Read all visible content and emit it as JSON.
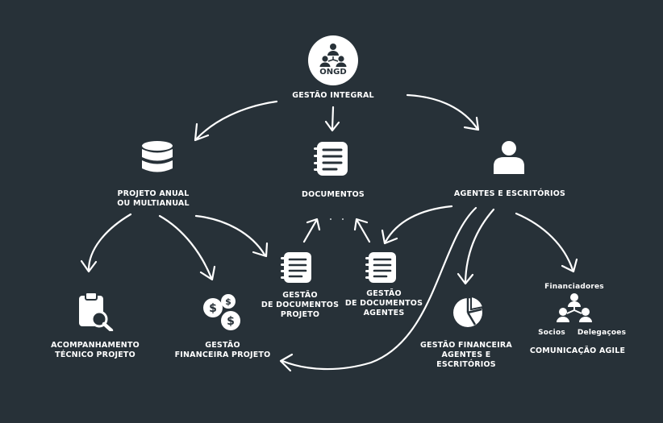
{
  "center": {
    "logo_text": "ONGD",
    "title": "GESTÃO INTEGRAL"
  },
  "nodes": {
    "projeto": {
      "line1": "PROJETO ANUAL",
      "line2": "OU MULTIANUAL"
    },
    "documentos": {
      "label": "DOCUMENTOS"
    },
    "agentes": {
      "label": "AGENTES E ESCRITÓRIOS"
    },
    "gestao_doc_projeto": {
      "line1": "GESTÃO",
      "line2": "DE DOCUMENTOS",
      "line3": "PROJETO"
    },
    "gestao_doc_agentes": {
      "line1": "GESTÃO",
      "line2": "DE DOCUMENTOS",
      "line3": "AGENTES"
    },
    "acompanhamento": {
      "line1": "ACOMPANHAMENTO",
      "line2": "TÉCNICO PROJETO"
    },
    "gestao_fin_projeto": {
      "line1": "GESTÃO",
      "line2": "FINANCEIRA PROJETO"
    },
    "gestao_fin_agentes": {
      "line1": "GESTÃO FINANCEIRA",
      "line2": "AGENTES E",
      "line3": "ESCRITÓRIOS"
    },
    "comunicacao": {
      "title": "COMUNICAÇÃO AGILE",
      "top": "Financiadores",
      "left": "Socios",
      "right": "Delegaçoes"
    }
  },
  "icons": {
    "center": "people-network-icon",
    "projeto": "database-icon",
    "documentos": "notebook-icon",
    "agentes": "person-icon",
    "gestao_doc_projeto": "notebook-icon",
    "gestao_doc_agentes": "notebook-icon",
    "acompanhamento": "clipboard-search-icon",
    "gestao_fin_projeto": "dollar-coins-icon",
    "gestao_fin_agentes": "pie-chart-icon",
    "comunicacao": "org-network-icon"
  },
  "colors": {
    "background": "#273138",
    "foreground": "#ffffff"
  }
}
